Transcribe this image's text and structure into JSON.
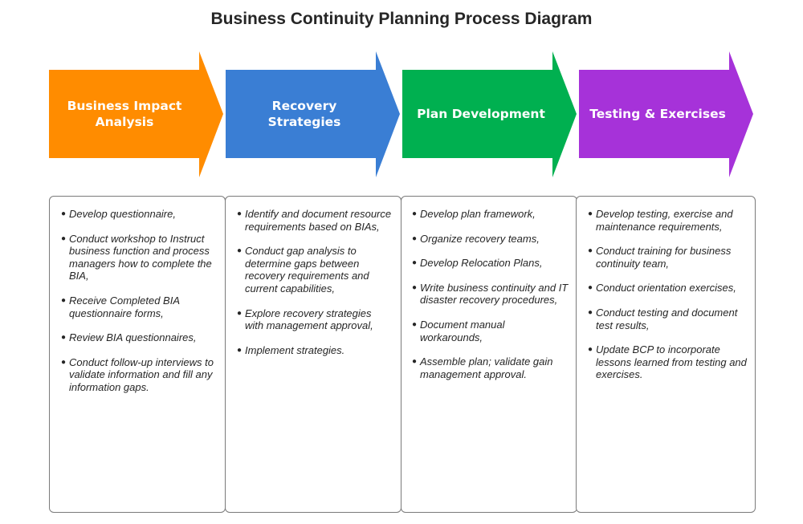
{
  "title": "Business Continuity Planning Process Diagram",
  "colors": {
    "stage1": "#ff8c00",
    "stage2": "#3a7ed4",
    "stage3": "#00b050",
    "stage4": "#a632d9",
    "border": "#7a7a7a",
    "text": "#262626"
  },
  "stages": [
    {
      "label": "Business Impact Analysis",
      "items": [
        "Develop questionnaire,",
        "Conduct workshop to Instruct business function and process managers how to complete the BIA,",
        "Receive Completed BIA questionnaire forms,",
        "Review BIA questionnaires,",
        "Conduct follow-up interviews to validate information and fill any information gaps."
      ]
    },
    {
      "label": "Recovery Strategies",
      "items": [
        "Identify and document resource requirements based on BIAs,",
        "Conduct gap analysis to determine gaps between recovery requirements and current capabilities,",
        "Explore recovery strategies with management approval,",
        "Implement strategies."
      ]
    },
    {
      "label": "Plan Development",
      "items": [
        "Develop plan framework,",
        "Organize recovery teams,",
        "Develop Relocation Plans,",
        "Write business continuity and IT disaster recovery procedures,",
        "Document manual workarounds,",
        "Assemble plan; validate gain management approval."
      ]
    },
    {
      "label": "Testing & Exercises",
      "items": [
        "Develop testing, exercise and maintenance requirements,",
        "Conduct training for business continuity team,",
        "Conduct orientation exercises,",
        "Conduct testing and document test results,",
        "Update BCP to incorporate lessons learned from testing and exercises."
      ]
    }
  ]
}
